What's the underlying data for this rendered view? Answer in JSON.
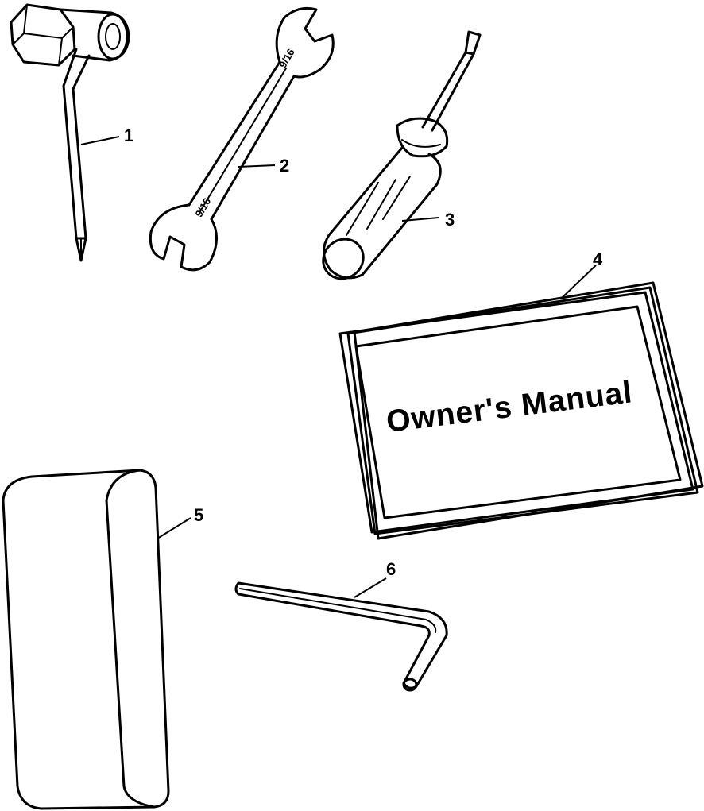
{
  "callouts": [
    {
      "number": "1",
      "part": "plug-wrench"
    },
    {
      "number": "2",
      "part": "open-end-wrench"
    },
    {
      "number": "3",
      "part": "screwdriver"
    },
    {
      "number": "4",
      "part": "owners-manual"
    },
    {
      "number": "5",
      "part": "tool-bag"
    },
    {
      "number": "6",
      "part": "hex-key"
    }
  ],
  "manual": {
    "cover_title": "Owner's Manual"
  },
  "wrench": {
    "size_stamp_top": "9/16",
    "size_stamp_bottom": "9/16"
  },
  "colors": {
    "ink": "#000000",
    "paper": "#ffffff"
  }
}
